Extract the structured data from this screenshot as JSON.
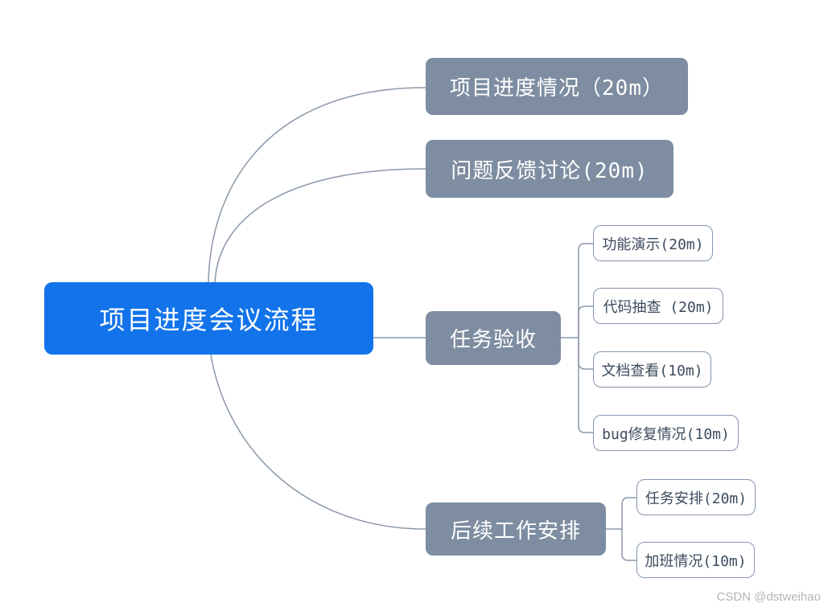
{
  "mindmap": {
    "title": "项目进度会议流程",
    "root": {
      "label": "项目进度会议流程"
    },
    "branches": [
      {
        "label": "项目进度情况（20m）",
        "children": []
      },
      {
        "label": "问题反馈讨论(20m)",
        "children": []
      },
      {
        "label": "任务验收",
        "children": [
          {
            "label": "功能演示(20m)"
          },
          {
            "label": "代码抽查 (20m)"
          },
          {
            "label": "文档查看(10m)"
          },
          {
            "label": "bug修复情况(10m)"
          }
        ]
      },
      {
        "label": "后续工作安排",
        "children": [
          {
            "label": "任务安排(20m)"
          },
          {
            "label": "加班情况(10m)"
          }
        ]
      }
    ]
  },
  "watermark": {
    "text": "CSDN @dstweihao"
  },
  "colors": {
    "root_bg": "#1273eb",
    "branch_bg": "#7e8da1",
    "child_border": "#8496ad",
    "child_text": "#3c4b5e",
    "connector": "#8b98a9",
    "node_text": "#ffffff",
    "watermark_text": "#b2b6ba"
  }
}
